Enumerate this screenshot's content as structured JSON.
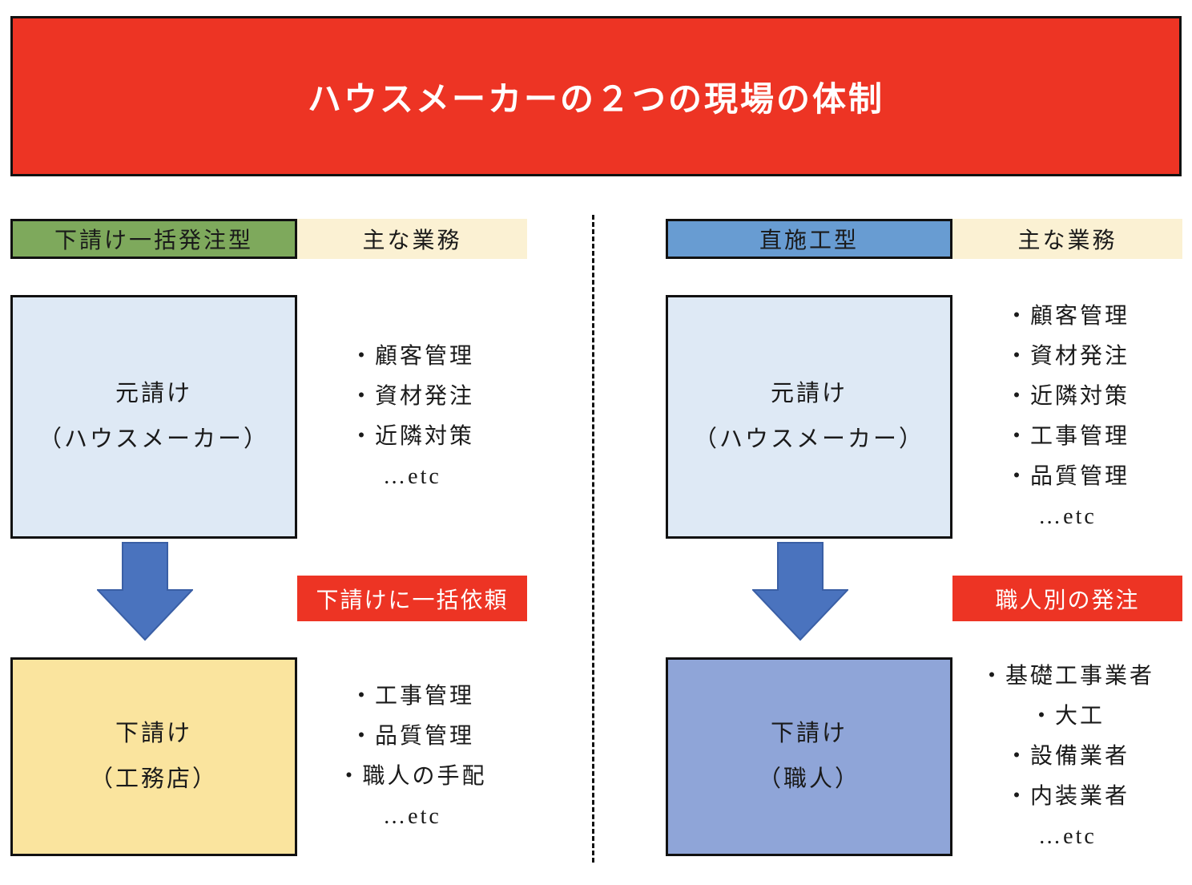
{
  "title": "ハウスメーカーの２つの現場の体制",
  "colors": {
    "banner_red": "#ED3424",
    "label_red": "#ED3424",
    "header_green": "#7EA95C",
    "header_blue": "#689CD2",
    "tasks_beige": "#FBF1D3",
    "prime_box_lightblue": "#DEE9F5",
    "sub_box_yellow": "#FAE49E",
    "sub_box_periwinkle": "#8FA5D8",
    "arrow_blue": "#4A73BE",
    "arrow_border": "#3A5FA5",
    "outline_black": "#111111"
  },
  "left": {
    "type_label": "下請け一括発注型",
    "tasks_header": "主な業務",
    "top_box": {
      "name": "元請け",
      "sub": "（ハウスメーカー）"
    },
    "top_tasks": [
      "・顧客管理",
      "・資材発注",
      "・近隣対策",
      "…etc"
    ],
    "arrow_label": "下請けに一括依頼",
    "bottom_box": {
      "name": "下請け",
      "sub": "（工務店）"
    },
    "bottom_tasks": [
      "・工事管理",
      "・品質管理",
      "・職人の手配",
      "…etc"
    ]
  },
  "right": {
    "type_label": "直施工型",
    "tasks_header": "主な業務",
    "top_box": {
      "name": "元請け",
      "sub": "（ハウスメーカー）"
    },
    "top_tasks": [
      "・顧客管理",
      "・資材発注",
      "・近隣対策",
      "・工事管理",
      "・品質管理",
      "…etc"
    ],
    "arrow_label": "職人別の発注",
    "bottom_box": {
      "name": "下請け",
      "sub": "（職人）"
    },
    "bottom_tasks": [
      "・基礎工事業者",
      "・大工",
      "・設備業者",
      "・内装業者",
      "…etc"
    ]
  }
}
